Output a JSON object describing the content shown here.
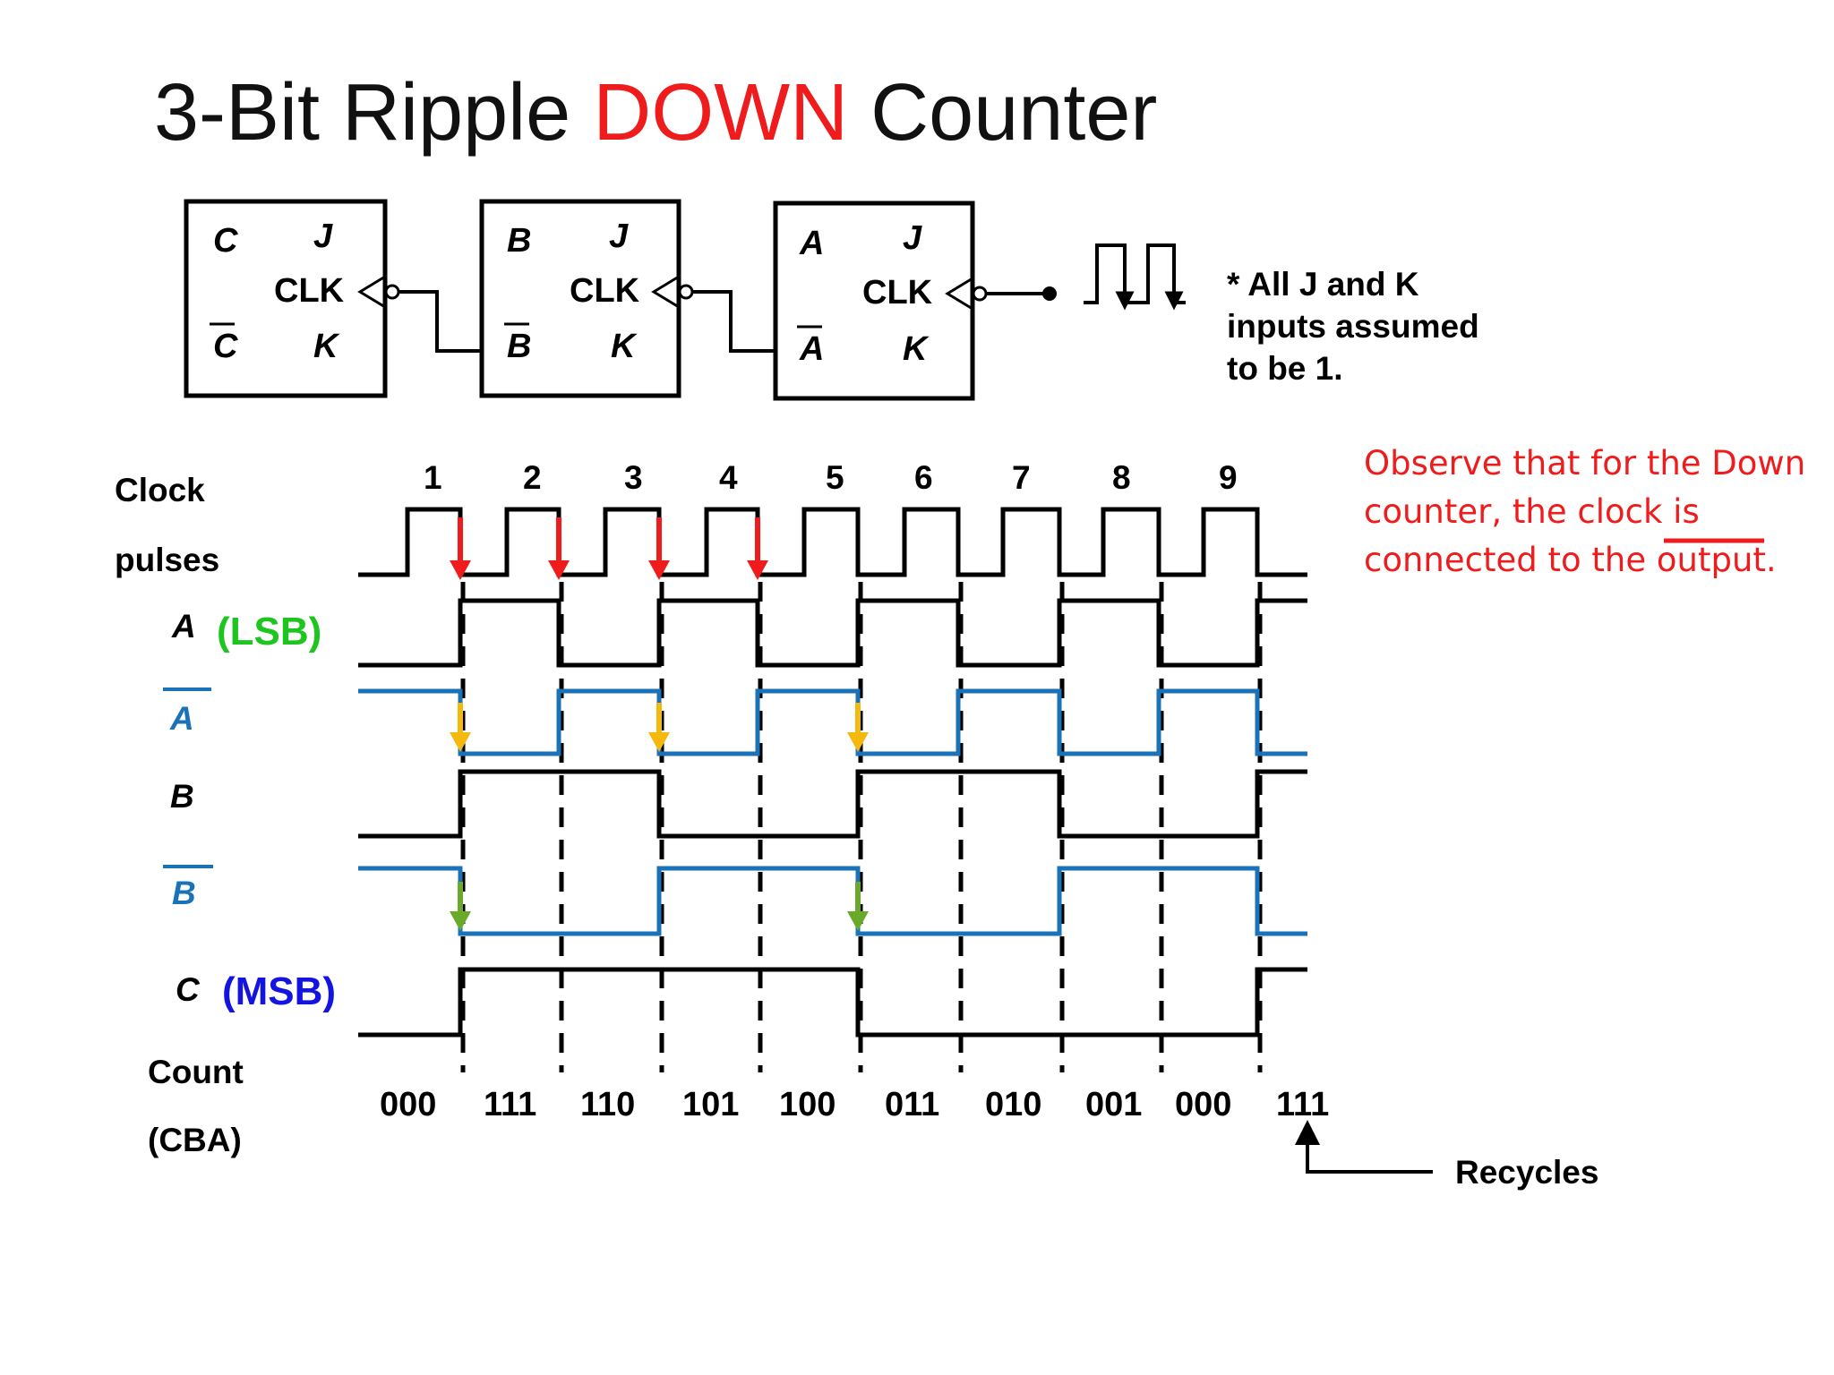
{
  "title": {
    "part1": "3-Bit Ripple ",
    "part2": "DOWN",
    "part3": " Counter",
    "accent_color": "#ee1c1c"
  },
  "flipflops": [
    {
      "q": "C",
      "qbar": "C",
      "j": "J",
      "clk": "CLK",
      "k": "K"
    },
    {
      "q": "B",
      "qbar": "B",
      "j": "J",
      "clk": "CLK",
      "k": "K"
    },
    {
      "q": "A",
      "qbar": "A",
      "j": "J",
      "clk": "CLK",
      "k": "K"
    }
  ],
  "assumption_note": [
    "* All J and K",
    "inputs assumed",
    "to be 1."
  ],
  "observation": {
    "lines": [
      "Observe that for the Down",
      "counter, the clock is",
      "connected to the output."
    ],
    "color": "#ee1c1c"
  },
  "signals": {
    "clock": [
      "Clock",
      "pulses"
    ],
    "a": "A",
    "a_tag": "(LSB)",
    "a_bar": "A",
    "b": "B",
    "b_bar": "B",
    "c": "C",
    "c_tag": "(MSB)",
    "count": [
      "Count",
      "(CBA)"
    ]
  },
  "pulse_numbers": [
    "1",
    "2",
    "3",
    "4",
    "5",
    "6",
    "7",
    "8",
    "9"
  ],
  "counts": [
    "000",
    "111",
    "110",
    "101",
    "100",
    "011",
    "010",
    "001",
    "000",
    "111"
  ],
  "recycles_label": "Recycles",
  "colors": {
    "lsb_green": "#1ec51e",
    "msb_blue": "#1414e0",
    "complement_blue": "#1a72b8",
    "arrow_red": "#ee1c1c",
    "arrow_orange": "#f5b80c",
    "arrow_green": "#6aaa2a"
  }
}
